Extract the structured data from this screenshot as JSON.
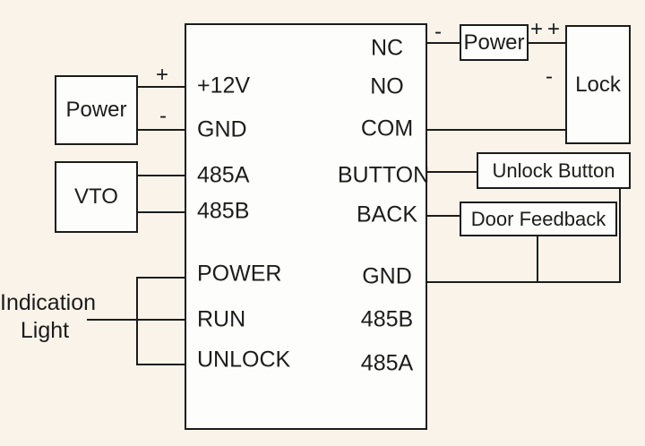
{
  "background_color": "#faf3ea",
  "ink_color": "#1c1c1b",
  "controller": {
    "left_terminals": [
      "+12V",
      "GND",
      "485A",
      "485B",
      "POWER",
      "RUN",
      "UNLOCK"
    ],
    "right_terminals": [
      "NC",
      "NO",
      "COM",
      "BUTTON",
      "BACK",
      "GND",
      "485B",
      "485A"
    ]
  },
  "components": {
    "power_left": "Power",
    "vto": "VTO",
    "power_right": "Power",
    "lock": "Lock",
    "unlock_button": "Unlock Button",
    "door_feedback": "Door Feedback",
    "indication_light": [
      "Indication",
      "Light"
    ]
  },
  "polarity_marks": {
    "power_left_plus": "+",
    "power_left_minus": "-",
    "power_right_minus": "-",
    "power_right_plus_a": "+",
    "power_right_plus_b": "+",
    "lock_minus": "-"
  }
}
